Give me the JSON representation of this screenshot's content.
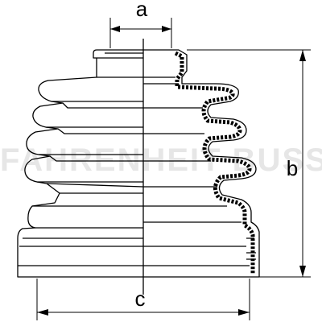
{
  "diagram": {
    "labels": {
      "a": "a",
      "b": "b",
      "c": "c"
    },
    "watermark": "FAHRENHEIT BUSS",
    "colors": {
      "line": "#000000",
      "watermark": "#e6e6e6",
      "background": "#ffffff"
    }
  }
}
